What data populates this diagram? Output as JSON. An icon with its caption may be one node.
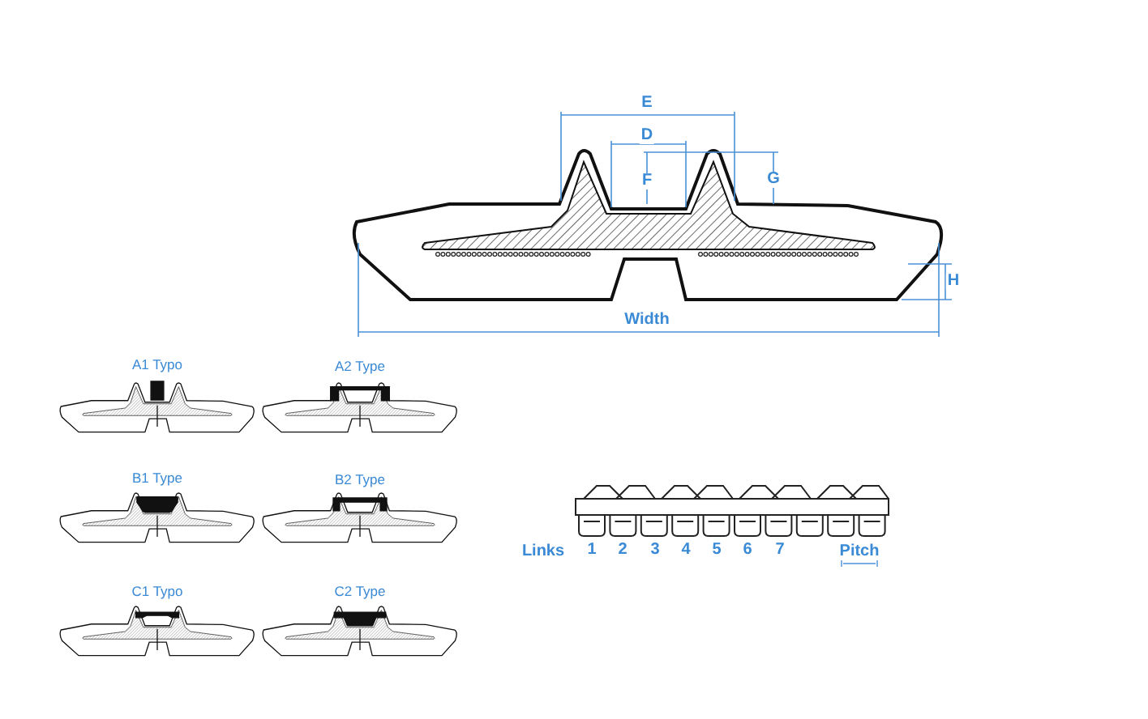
{
  "diagram": {
    "labels": [
      "E",
      "D",
      "F",
      "G",
      "H",
      "Width",
      "A1 Typo",
      "A2 Type",
      "B1 Type",
      "B2 Type",
      "C1 Typo",
      "C2 Type",
      "Links",
      "1",
      "2",
      "3",
      "4",
      "5",
      "6",
      "7",
      "Pitch"
    ]
  }
}
